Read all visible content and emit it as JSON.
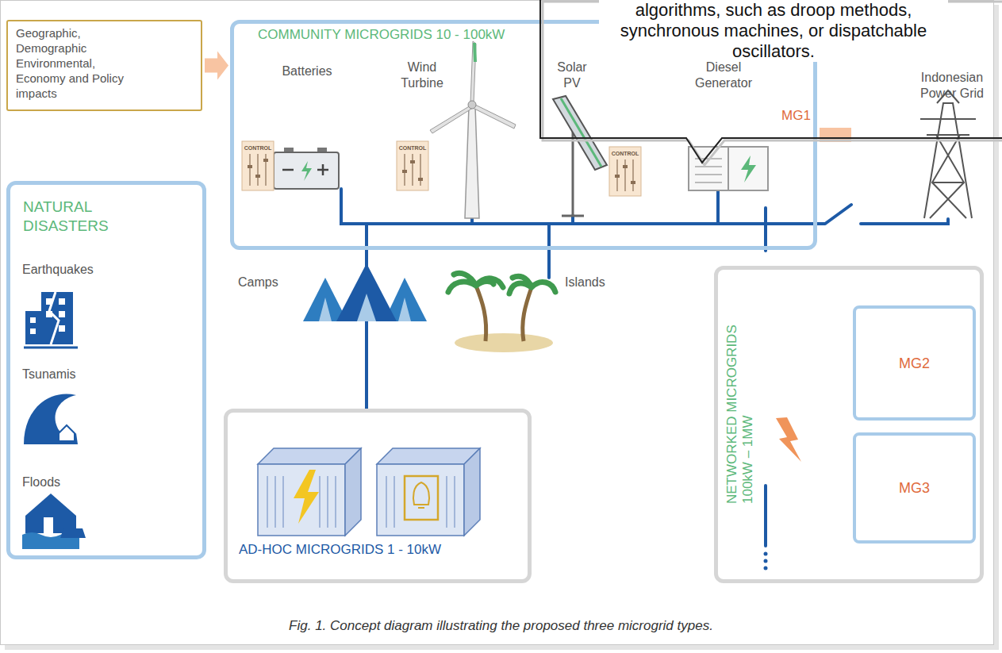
{
  "diagram": {
    "caption": "Fig. 1. Concept diagram illustrating the proposed three microgrid types.",
    "nodes": [
      {
        "text": [
          "Geographic, Demographic Environmental, Economy and Policy impacts"
        ]
      },
      {
        "text": [
          "COMMUNITY MICROGRIDS 10 - 100kW",
          "MG1"
        ]
      },
      {
        "text": [
          "algorithms, such as droop methods, synchronous machines, or dispatchable oscillators."
        ]
      },
      {
        "text": [
          "NATURAL DISASTERS"
        ]
      },
      {
        "text": [
          "AD-HOC MICROGRIDS 1 - 10kW"
        ]
      },
      {
        "text": [
          "NETWORKED MICROGRIDS 100kW – 1MW"
        ]
      },
      {
        "text": [
          "MG2"
        ],
        "in": 5
      },
      {
        "text": [
          "MG3"
        ],
        "in": 5
      }
    ],
    "edges": [
      {
        "from": 0,
        "to": 1,
        "arrow": "to"
      },
      {
        "from": 1,
        "to": 4,
        "arrow": "none"
      },
      {
        "from": 1,
        "to": 6,
        "arrow": "none"
      },
      {
        "from": 1,
        "to": 7,
        "arrow": "none"
      }
    ],
    "labels": [
      "Batteries",
      "Wind Turbine",
      "Solar PV",
      "Diesel Generator",
      "Indonesian Power Grid",
      "CONTROL",
      "CONTROL",
      "CONTROL",
      "Earthquakes",
      "Camps",
      "Islands",
      "Tsunamis",
      "Floods"
    ]
  }
}
